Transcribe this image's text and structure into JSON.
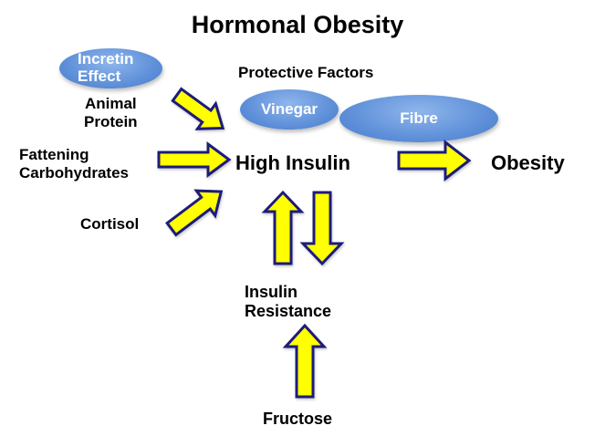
{
  "title": "Hormonal Obesity",
  "protective_factors_label": "Protective Factors",
  "ellipses": {
    "incretin": {
      "line1": "Incretin",
      "line2": "Effect"
    },
    "vinegar": {
      "label": "Vinegar"
    },
    "fibre": {
      "label": "Fibre"
    }
  },
  "inputs": {
    "animal_protein": {
      "line1": "Animal",
      "line2": "Protein"
    },
    "fattening_carbs": {
      "line1": "Fattening",
      "line2": "Carbohydrates"
    },
    "cortisol": {
      "label": "Cortisol"
    },
    "fructose": {
      "label": "Fructose"
    }
  },
  "nodes": {
    "high_insulin": "High Insulin",
    "obesity": "Obesity",
    "insulin_resistance": {
      "line1": "Insulin",
      "line2": "Resistance"
    }
  },
  "colors": {
    "arrow_fill": "#ffff00",
    "arrow_stroke": "#1a1a7a",
    "ellipse_blue": "#5f90d9",
    "text": "#000000"
  },
  "arrows": [
    {
      "from": "animal_protein",
      "to": "high_insulin"
    },
    {
      "from": "fattening_carbs",
      "to": "high_insulin"
    },
    {
      "from": "cortisol",
      "to": "high_insulin"
    },
    {
      "from": "high_insulin",
      "to": "obesity"
    },
    {
      "from": "insulin_resistance",
      "to": "high_insulin"
    },
    {
      "from": "high_insulin",
      "to": "insulin_resistance"
    },
    {
      "from": "fructose",
      "to": "insulin_resistance"
    }
  ]
}
